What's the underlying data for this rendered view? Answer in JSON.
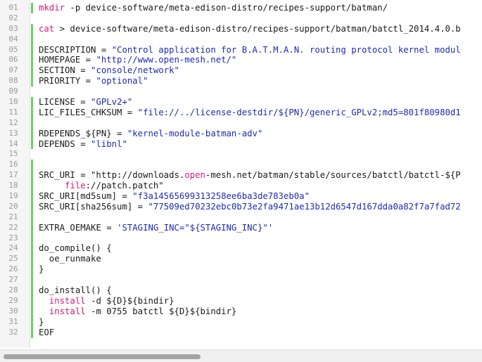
{
  "lines": [
    {
      "n": "01",
      "bar": true,
      "seg": [
        [
          "k",
          "mkdir"
        ],
        [
          "p",
          " -p device-software/meta-edison-distro/recipes-support/batman/"
        ]
      ]
    },
    {
      "n": "02",
      "bar": false,
      "seg": []
    },
    {
      "n": "03",
      "bar": true,
      "seg": [
        [
          "k",
          "cat"
        ],
        [
          "p",
          " > device-software/meta-edison-distro/recipes-support/batman/batctl_2014.4.0.b"
        ]
      ]
    },
    {
      "n": "04",
      "bar": true,
      "seg": []
    },
    {
      "n": "05",
      "bar": true,
      "seg": [
        [
          "p",
          "DESCRIPTION = "
        ],
        [
          "s",
          "\"Control application for B.A.T.M.A.N. routing protocol kernel modul"
        ]
      ]
    },
    {
      "n": "06",
      "bar": true,
      "seg": [
        [
          "p",
          "HOMEPAGE = "
        ],
        [
          "s",
          "\"http://www.open-mesh.net/\""
        ]
      ]
    },
    {
      "n": "07",
      "bar": true,
      "seg": [
        [
          "p",
          "SECTION = "
        ],
        [
          "s",
          "\"console/network\""
        ]
      ]
    },
    {
      "n": "08",
      "bar": true,
      "seg": [
        [
          "p",
          "PRIORITY = "
        ],
        [
          "s",
          "\"optional\""
        ]
      ]
    },
    {
      "n": "09",
      "bar": false,
      "seg": []
    },
    {
      "n": "10",
      "bar": true,
      "seg": [
        [
          "p",
          "LICENSE = "
        ],
        [
          "s",
          "\"GPLv2+\""
        ]
      ]
    },
    {
      "n": "11",
      "bar": true,
      "seg": [
        [
          "p",
          "LIC_FILES_CHKSUM = "
        ],
        [
          "s",
          "\"file://../license-destdir/${PN}/generic_GPLv2;md5=801f80980d1"
        ]
      ]
    },
    {
      "n": "12",
      "bar": true,
      "seg": []
    },
    {
      "n": "13",
      "bar": true,
      "seg": [
        [
          "p",
          "RDEPENDS_${PN} = "
        ],
        [
          "s",
          "\"kernel-module-batman-adv\""
        ]
      ]
    },
    {
      "n": "14",
      "bar": true,
      "seg": [
        [
          "p",
          "DEPENDS = "
        ],
        [
          "s",
          "\"libnl\""
        ]
      ]
    },
    {
      "n": "15",
      "bar": false,
      "seg": []
    },
    {
      "n": "16",
      "bar": true,
      "seg": []
    },
    {
      "n": "17",
      "bar": true,
      "seg": [
        [
          "p",
          "SRC_URI = \"http://downloads."
        ],
        [
          "k",
          "open"
        ],
        [
          "p",
          "-mesh.net/batman/stable/sources/batctl/batctl-${P"
        ]
      ]
    },
    {
      "n": "18",
      "bar": true,
      "seg": [
        [
          "p",
          "     "
        ],
        [
          "k",
          "file"
        ],
        [
          "p",
          "://patch.patch\""
        ]
      ]
    },
    {
      "n": "19",
      "bar": true,
      "seg": [
        [
          "p",
          "SRC_URI[md5sum] = "
        ],
        [
          "s",
          "\"f3a14565699313258ee6ba3de783eb0a\""
        ]
      ]
    },
    {
      "n": "20",
      "bar": true,
      "seg": [
        [
          "p",
          "SRC_URI[sha256sum] = "
        ],
        [
          "s",
          "\"77509ed70232ebc0b73e2fa9471ae13b12d6547d167dda0a82f7a7fad72"
        ]
      ]
    },
    {
      "n": "21",
      "bar": true,
      "seg": []
    },
    {
      "n": "22",
      "bar": true,
      "seg": [
        [
          "p",
          "EXTRA_OEMAKE = "
        ],
        [
          "s",
          "'STAGING_INC=\"${STAGING_INC}\"'"
        ]
      ]
    },
    {
      "n": "23",
      "bar": true,
      "seg": []
    },
    {
      "n": "24",
      "bar": true,
      "seg": [
        [
          "p",
          "do_compile() {"
        ]
      ]
    },
    {
      "n": "25",
      "bar": true,
      "seg": [
        [
          "p",
          "  oe_runmake"
        ]
      ]
    },
    {
      "n": "26",
      "bar": true,
      "seg": [
        [
          "p",
          "}"
        ]
      ]
    },
    {
      "n": "27",
      "bar": true,
      "seg": []
    },
    {
      "n": "28",
      "bar": true,
      "seg": [
        [
          "p",
          "do_install() {"
        ]
      ]
    },
    {
      "n": "29",
      "bar": true,
      "seg": [
        [
          "p",
          "  "
        ],
        [
          "k",
          "install"
        ],
        [
          "p",
          " -d ${D}${bindir}"
        ]
      ]
    },
    {
      "n": "30",
      "bar": true,
      "seg": [
        [
          "p",
          "  "
        ],
        [
          "k",
          "install"
        ],
        [
          "p",
          " -m 0755 batctl ${D}${bindir}"
        ]
      ]
    },
    {
      "n": "31",
      "bar": true,
      "seg": [
        [
          "p",
          "}"
        ]
      ]
    },
    {
      "n": "32",
      "bar": true,
      "seg": [
        [
          "p",
          "EOF"
        ]
      ]
    }
  ],
  "colors": {
    "keyword": "#d6197a",
    "string": "#1c2bb5",
    "plain": "#1a1a1a",
    "change_bar": "#6fcf68",
    "line_number": "#999999"
  }
}
